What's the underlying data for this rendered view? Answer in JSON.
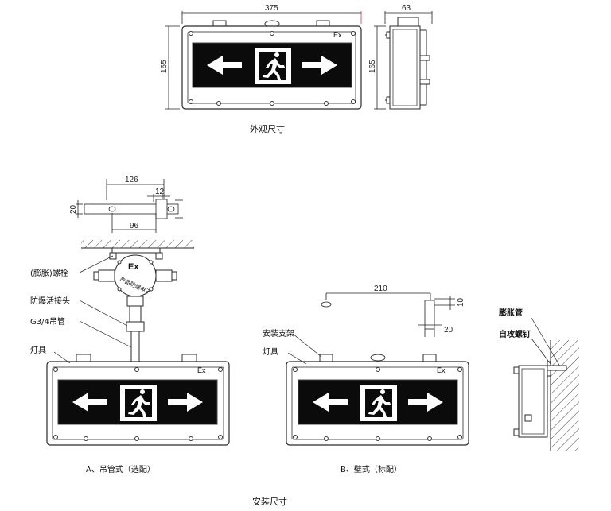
{
  "top_view": {
    "width_dim": "375",
    "height_dim_front": "165",
    "depth_dim": "63",
    "height_dim_side": "165",
    "ex_mark": "Ex",
    "caption": "外观尺寸"
  },
  "bracket_a": {
    "length_dim": "126",
    "slot_dim": "12",
    "height_dim": "20",
    "hole_spacing_dim": "96"
  },
  "bracket_b": {
    "length_dim": "210",
    "height_dim": "10",
    "depth_dim": "20"
  },
  "pendant": {
    "box_ex": "Ex",
    "box_text": "产品防爆电子",
    "labels": {
      "bolt": "(膨胀)螺栓",
      "joint": "防爆活接头",
      "pipe": "G3/4吊管",
      "lamp": "灯具"
    },
    "ex_mark": "Ex",
    "caption": "A、吊管式（选配）"
  },
  "wall": {
    "labels": {
      "bracket": "安装支架",
      "lamp": "灯具"
    },
    "ex_mark": "Ex",
    "caption": "B、壁式（标配）"
  },
  "side_wall": {
    "labels": {
      "anchor": "膨胀管",
      "screw": "自攻螺钉"
    }
  },
  "bottom_caption": "安装尺寸",
  "colors": {
    "panel": "#0b0b0b",
    "arrow": "#ffffff",
    "line": "#2a2a2a",
    "dim_line": "#c0394b"
  }
}
